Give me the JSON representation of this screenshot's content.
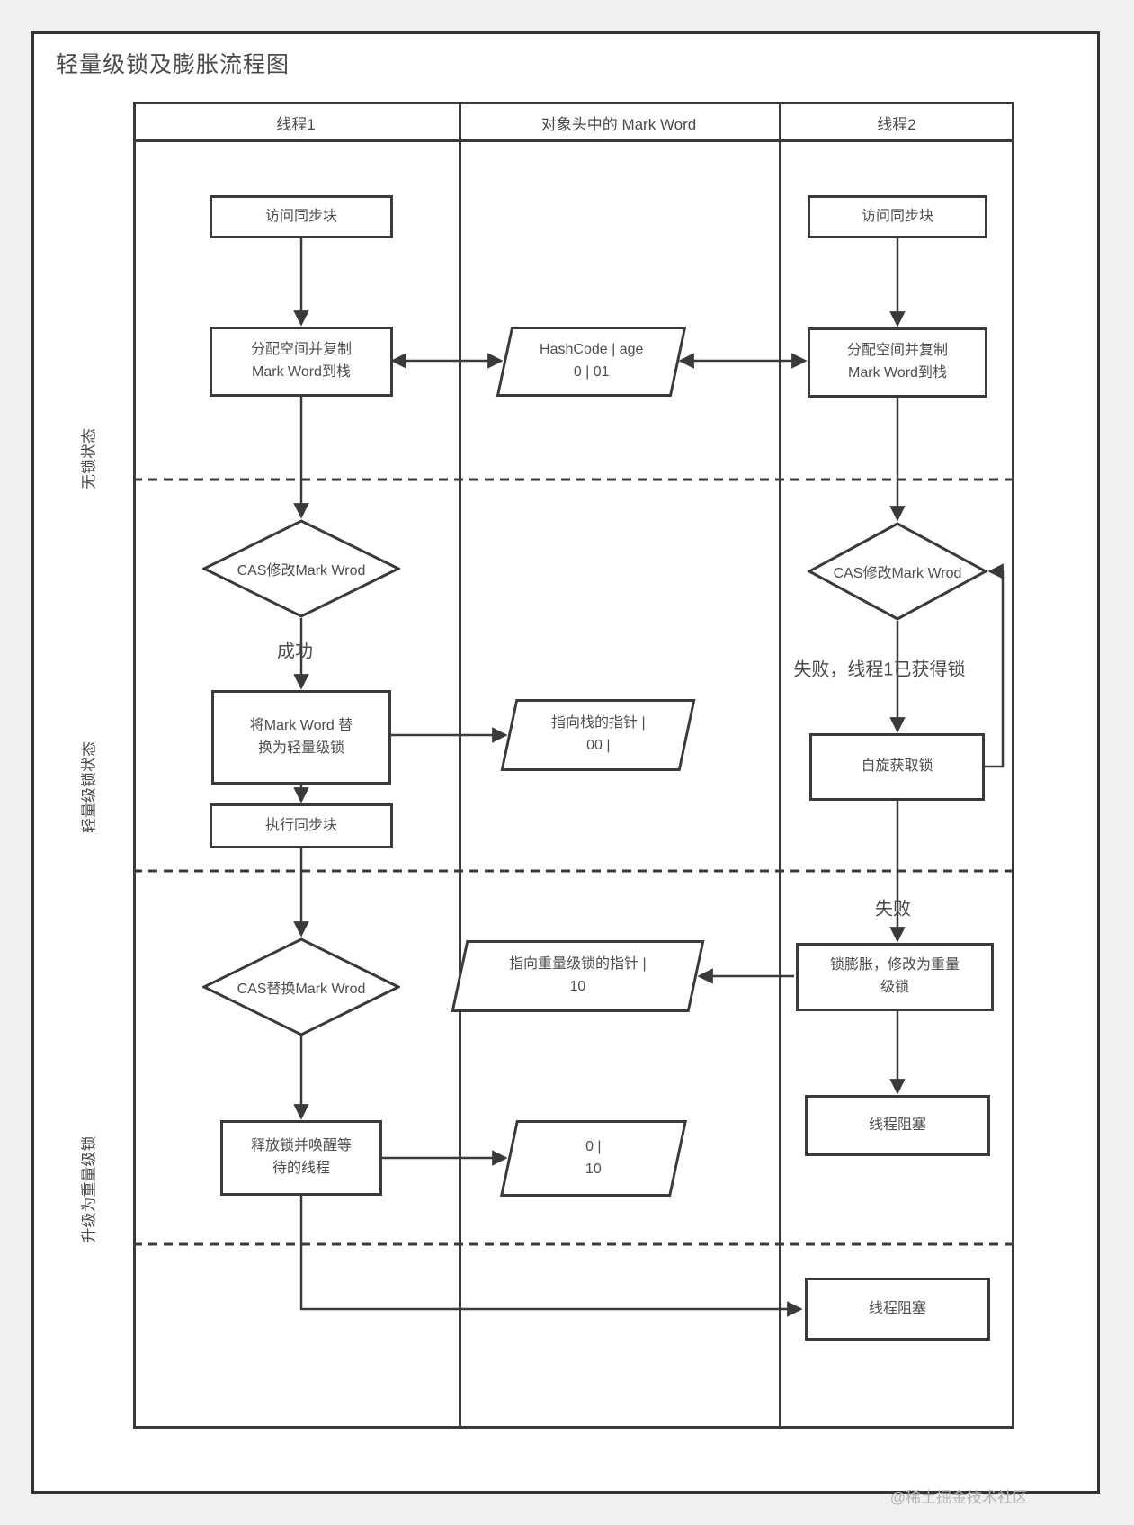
{
  "title": "轻量级锁及膨胀流程图",
  "watermark": "@稀土掘金技术社区",
  "lanes": {
    "thread1": "线程1",
    "markword": "对象头中的 Mark Word",
    "thread2": "线程2"
  },
  "regions": {
    "lock_free": "无锁状态",
    "lightweight": "轻量级锁状态",
    "upgrade_heavy": "升级为重量级锁"
  },
  "nodes": {
    "t1_access": "访问同步块",
    "t1_alloc": "分配空间并复制\nMark Word到栈",
    "t1_cas_modify": "CAS修改Mark Wrod",
    "t1_replace": "将Mark Word 替\n换为轻量级锁",
    "t1_exec": "执行同步块",
    "t1_cas_replace": "CAS替换Mark Wrod",
    "t1_release": "释放锁并唤醒等\n待的线程",
    "mw_hashcode": "HashCode | age\n0 | 01",
    "mw_stack_ptr": "指向栈的指针 |\n00 |",
    "mw_heavy_ptr": "指向重量级锁的指针 |\n10",
    "mw_released": "0 |\n10",
    "t2_access": "访问同步块",
    "t2_alloc": "分配空间并复制\nMark Word到栈",
    "t2_cas_modify": "CAS修改Mark Wrod",
    "t2_spin": "自旋获取锁",
    "t2_inflate": "锁膨胀，修改为重量\n级锁",
    "t2_block_upper": "线程阻塞",
    "t2_block_lower": "线程阻塞"
  },
  "edge_labels": {
    "success": "成功",
    "fail_owned": "失败，线程1已获得锁",
    "fail": "失败"
  },
  "colors": {
    "line": "#3a3a3a",
    "text": "#4d4d4d",
    "background": "#ffffff",
    "margin": "#f0f0f0",
    "watermark": "#b3b3b3"
  }
}
